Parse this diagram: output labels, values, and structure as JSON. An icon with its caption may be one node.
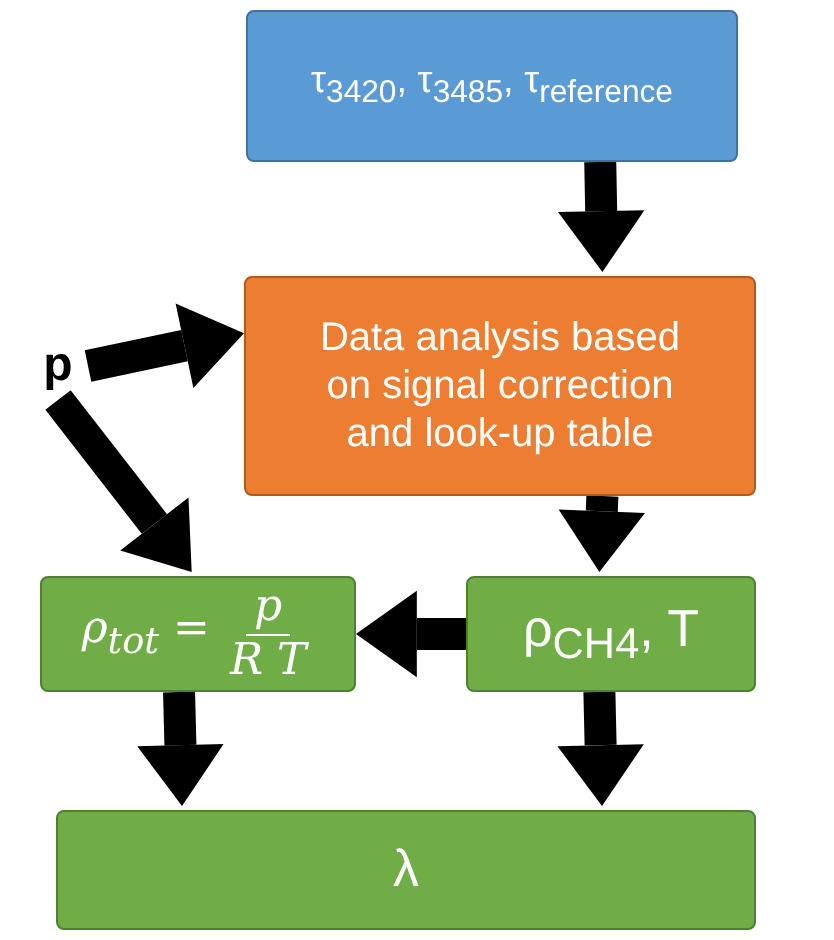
{
  "diagram": {
    "nodes": [
      {
        "text": [
          "τ$_{3420}$, τ$_{3485}$, τ$_{reference}$"
        ]
      },
      {
        "text": [
          "Data analysis based on signal correction and look-up table"
        ]
      },
      {
        "text": [
          "p"
        ]
      },
      {
        "text": [
          "ρ$_{tot}$ =",
          "p",
          "R T"
        ]
      },
      {
        "text": [
          "ρ$_{CH4}$, T"
        ]
      },
      {
        "text": [
          "λ"
        ]
      }
    ],
    "edges": [
      {
        "from": 0,
        "to": 1,
        "arrow": "to"
      },
      {
        "from": 2,
        "to": 1,
        "arrow": "to"
      },
      {
        "from": 2,
        "to": 3,
        "arrow": "to"
      },
      {
        "from": 1,
        "to": 4,
        "arrow": "to"
      },
      {
        "from": 4,
        "to": 3,
        "arrow": "to"
      },
      {
        "from": 3,
        "to": 5,
        "arrow": "to"
      },
      {
        "from": 4,
        "to": 5,
        "arrow": "to"
      }
    ]
  }
}
